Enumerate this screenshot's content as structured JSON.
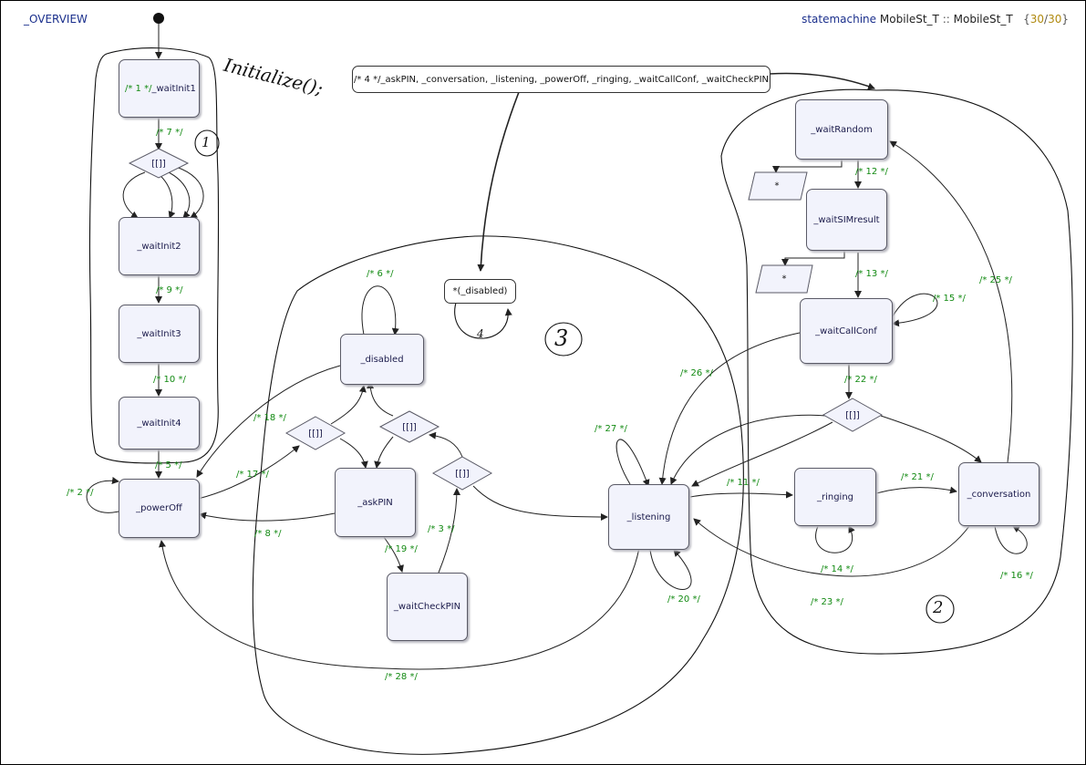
{
  "header": {
    "overview_label": "_OVERVIEW",
    "keyword": "statemachine",
    "machine_name": "MobileSt_T",
    "separator": "::",
    "machine_name_2": "MobileSt_T",
    "count_current": "30",
    "count_total": "30"
  },
  "note": {
    "text": "/* 4 */_askPIN, _conversation, _listening, _powerOff, _ringing, _waitCallConf, _waitCheckPIN"
  },
  "states": {
    "waitInit1_prefix": "/* 1 */",
    "waitInit1": "_waitInit1",
    "waitInit2": "_waitInit2",
    "waitInit3": "_waitInit3",
    "waitInit4": "_waitInit4",
    "powerOff": "_powerOff",
    "disabled": "_disabled",
    "askPIN": "_askPIN",
    "waitCheckPIN": "_waitCheckPIN",
    "listening": "_listening",
    "waitRandom": "_waitRandom",
    "waitSIMresult": "_waitSIMresult",
    "waitCallConf": "_waitCallConf",
    "ringing": "_ringing",
    "conversation": "_conversation",
    "disabled_note": "*(_disabled)"
  },
  "choices": [
    "[[]]",
    "[[]]",
    "[[]]",
    "[[]]",
    "[[]]"
  ],
  "parallelograms": [
    "*",
    "*"
  ],
  "transitions": [
    "/* 2 */",
    "/* 3 */",
    "/* 5 */",
    "/* 6 */",
    "/* 7 */",
    "/* 8 */",
    "/* 9 */",
    "/* 10 */",
    "/* 11 */",
    "/* 12 */",
    "/* 13 */",
    "/* 14 */",
    "/* 15 */",
    "/* 16 */",
    "/* 17 */",
    "/* 18 */",
    "/* 19 */",
    "/* 20 */",
    "/* 21 */",
    "/* 22 */",
    "/* 23 */",
    "/* 25 */",
    "/* 26 */",
    "/* 27 */",
    "/* 28 */"
  ],
  "handwriting": {
    "initialize": "Initialize();",
    "region1": "1",
    "region2": "2",
    "region3": "3",
    "region4": "4"
  },
  "colors": {
    "state_fill": "#f2f3fc",
    "state_border": "#5a5a66",
    "label_green": "#128a12",
    "title_blue": "#1a2f8c",
    "count_orange": "#b08a10"
  }
}
